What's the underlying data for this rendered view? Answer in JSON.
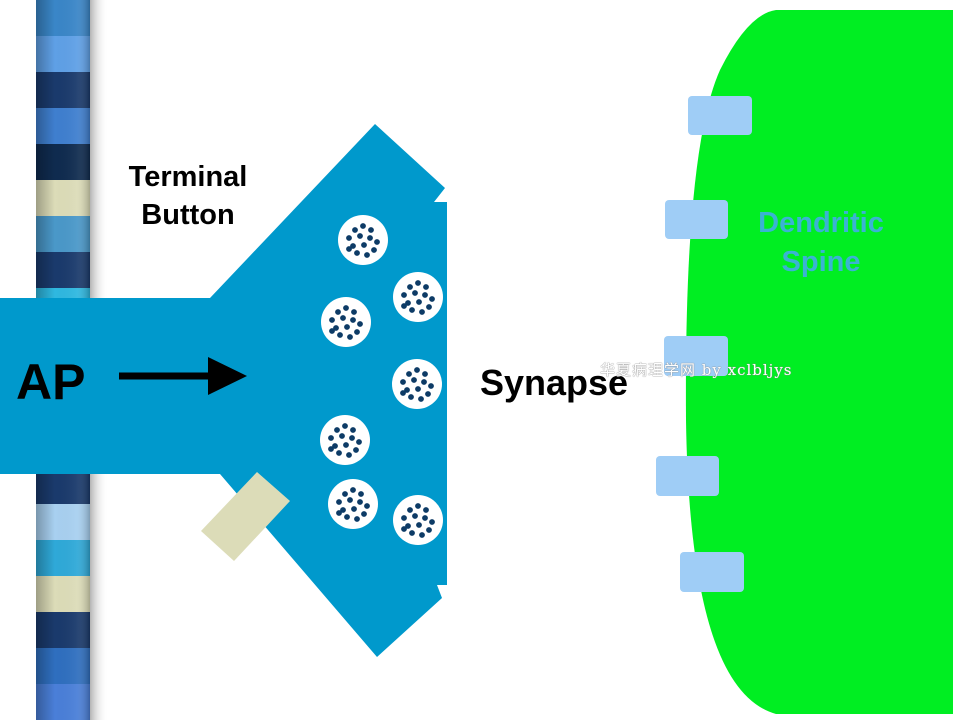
{
  "labels": {
    "terminal_line1": "Terminal",
    "terminal_line2": "Button",
    "ap": "AP",
    "synapse": "Synapse",
    "spine_line1": "Dendritic",
    "spine_line2": "Spine",
    "watermark": "华夏病理学网 by xclbljys"
  },
  "colors": {
    "axon_blue": "#0099cc",
    "spine_green": "#00ee22",
    "receptor": "#9fcdf6",
    "spine_label": "#3bb3d3",
    "vesicle_dot": "#0d3b66",
    "myelin_tan": "#dcdcb8"
  },
  "icons": {
    "arrow": "right-arrow-icon"
  },
  "myelin_stripe_colors": [
    "#3a86c8",
    "#5fa0e6",
    "#1a3a6c",
    "#3f7fcf",
    "#0f2b4f",
    "#dcdcb8",
    "#4a98c9",
    "#1a3a6c",
    "#2fb8e0",
    "#0f2b4f",
    "#1e90c8",
    "#5fa0e6",
    "#0f2b4f",
    "#1a3a6c",
    "#a8d0f0",
    "#2fa9d8",
    "#dcdcb8",
    "#1a3a6c",
    "#2f6fbf",
    "#4a7fd8"
  ]
}
